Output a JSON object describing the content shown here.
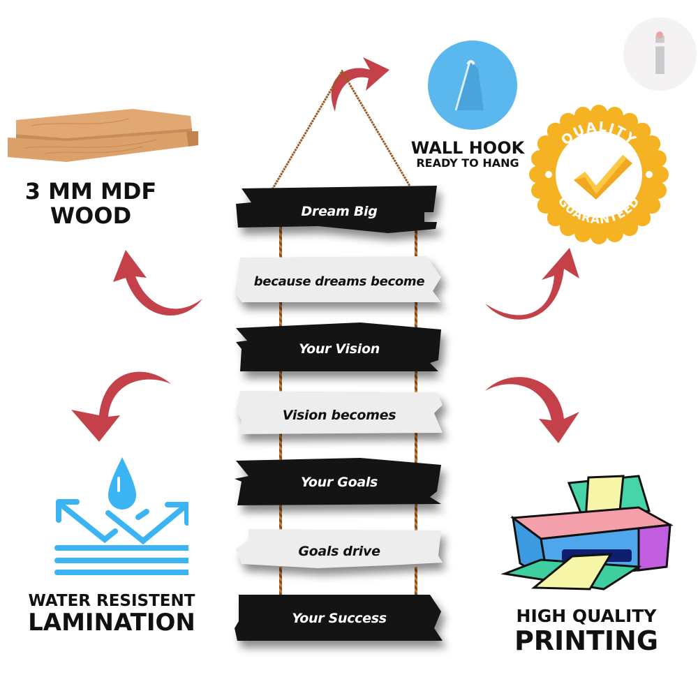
{
  "features": {
    "wood": {
      "line1": "3 MM MDF",
      "line2": "WOOD",
      "icon": "wood-planks-icon"
    },
    "hook": {
      "line1": "WALL HOOK",
      "line2": "READY TO HANG",
      "icon": "wall-hook-icon"
    },
    "quality": {
      "top_text": "QUALITY",
      "bottom_text": "GUARANTEED",
      "icon": "quality-badge-icon"
    },
    "water": {
      "line1": "WATER RESISTENT",
      "line2": "LAMINATION",
      "icon": "water-drop-icon"
    },
    "printing": {
      "line1": "HIGH QUALITY",
      "line2": "PRINTING",
      "icon": "printer-icon"
    }
  },
  "planks": [
    {
      "text": "Dream Big",
      "style": "dark"
    },
    {
      "text": "because dreams become",
      "style": "light"
    },
    {
      "text": "Your Vision",
      "style": "dark"
    },
    {
      "text": "Vision becomes",
      "style": "light"
    },
    {
      "text": "Your Goals",
      "style": "dark"
    },
    {
      "text": "Goals drive",
      "style": "light"
    },
    {
      "text": "Your Success",
      "style": "dark"
    }
  ],
  "logo": {
    "icon": "info-logo-icon",
    "glyph": "i"
  },
  "colors": {
    "arrow": "#c4414a",
    "dark_plank": "#141414",
    "light_plank": "#ededed",
    "water_blue": "#3ab4f2",
    "badge_gold": "#f5b324",
    "hook_blue": "#5bb8ee"
  }
}
